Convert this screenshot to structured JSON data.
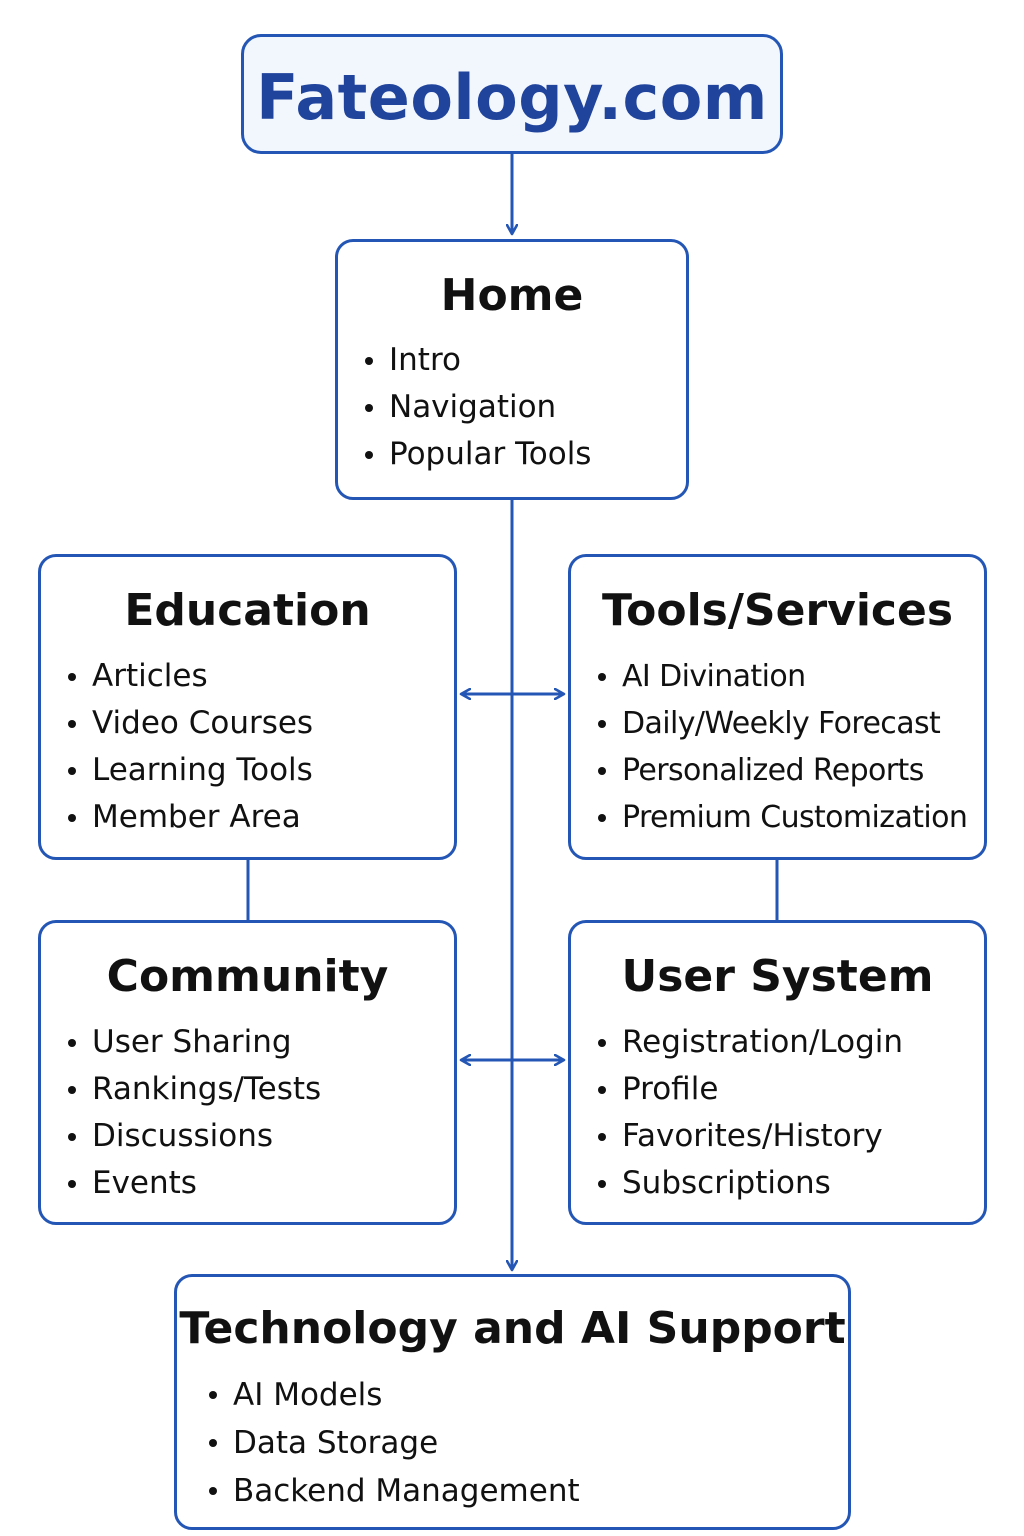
{
  "site": {
    "title": "Fateology.com"
  },
  "home": {
    "title": "Home",
    "items": [
      "Intro",
      "Navigation",
      "Popular Tools"
    ]
  },
  "education": {
    "title": "Education",
    "items": [
      "Articles",
      "Video Courses",
      "Learning Tools",
      "Member Area"
    ]
  },
  "tools_services": {
    "title": "Tools/Services",
    "items": [
      "AI Divination",
      "Daily/Weekly Forecast",
      "Personalized Reports",
      "Premium Customization"
    ]
  },
  "community": {
    "title": "Community",
    "items": [
      "User Sharing",
      "Rankings/Tests",
      "Discussions",
      "Events"
    ]
  },
  "user_system": {
    "title": "User System",
    "items": [
      "Registration/Login",
      "Profile",
      "Favorites/History",
      "Subscriptions"
    ]
  },
  "technology": {
    "title": "Technology and AI Support",
    "items": [
      "AI Models",
      "Data Storage",
      "Backend Management"
    ]
  },
  "colors": {
    "border": "#2456b5",
    "title_text": "#20449c",
    "connector": "#2456b5",
    "header_fill": "#f2f6fd"
  }
}
